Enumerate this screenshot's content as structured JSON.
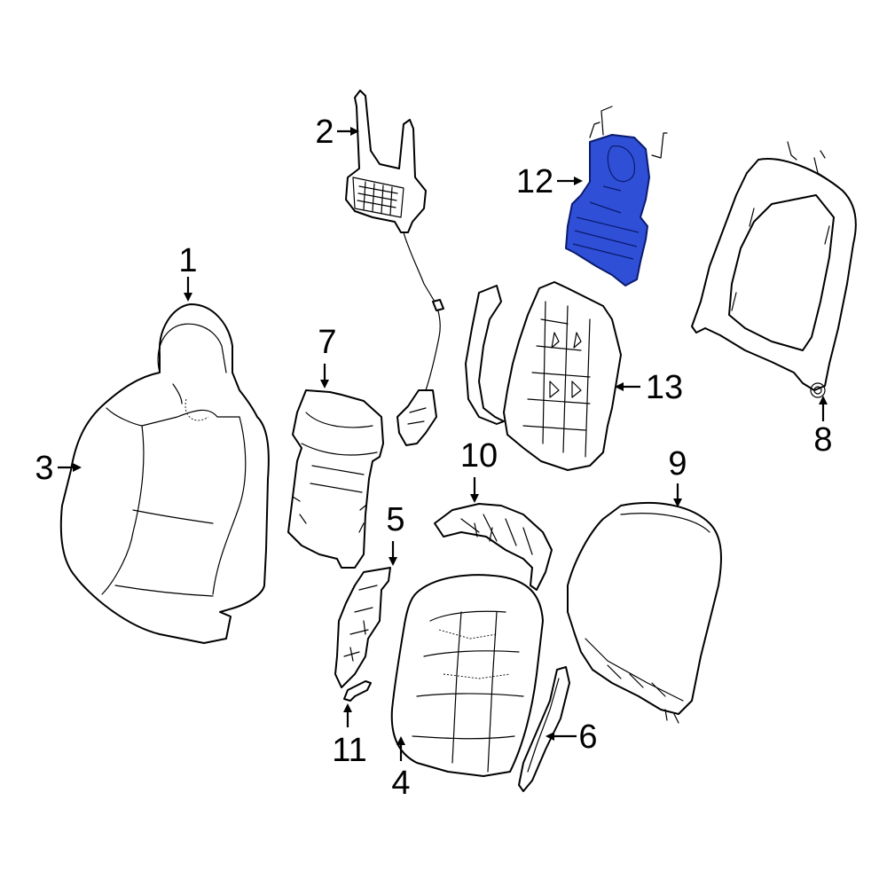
{
  "diagram": {
    "highlight_color": "#2f50d6",
    "callouts": [
      {
        "id": "1",
        "label": "1"
      },
      {
        "id": "2",
        "label": "2"
      },
      {
        "id": "3",
        "label": "3"
      },
      {
        "id": "4",
        "label": "4"
      },
      {
        "id": "5",
        "label": "5"
      },
      {
        "id": "6",
        "label": "6"
      },
      {
        "id": "7",
        "label": "7"
      },
      {
        "id": "8",
        "label": "8"
      },
      {
        "id": "9",
        "label": "9"
      },
      {
        "id": "10",
        "label": "10"
      },
      {
        "id": "11",
        "label": "11"
      },
      {
        "id": "12",
        "label": "12"
      },
      {
        "id": "13",
        "label": "13"
      }
    ]
  }
}
